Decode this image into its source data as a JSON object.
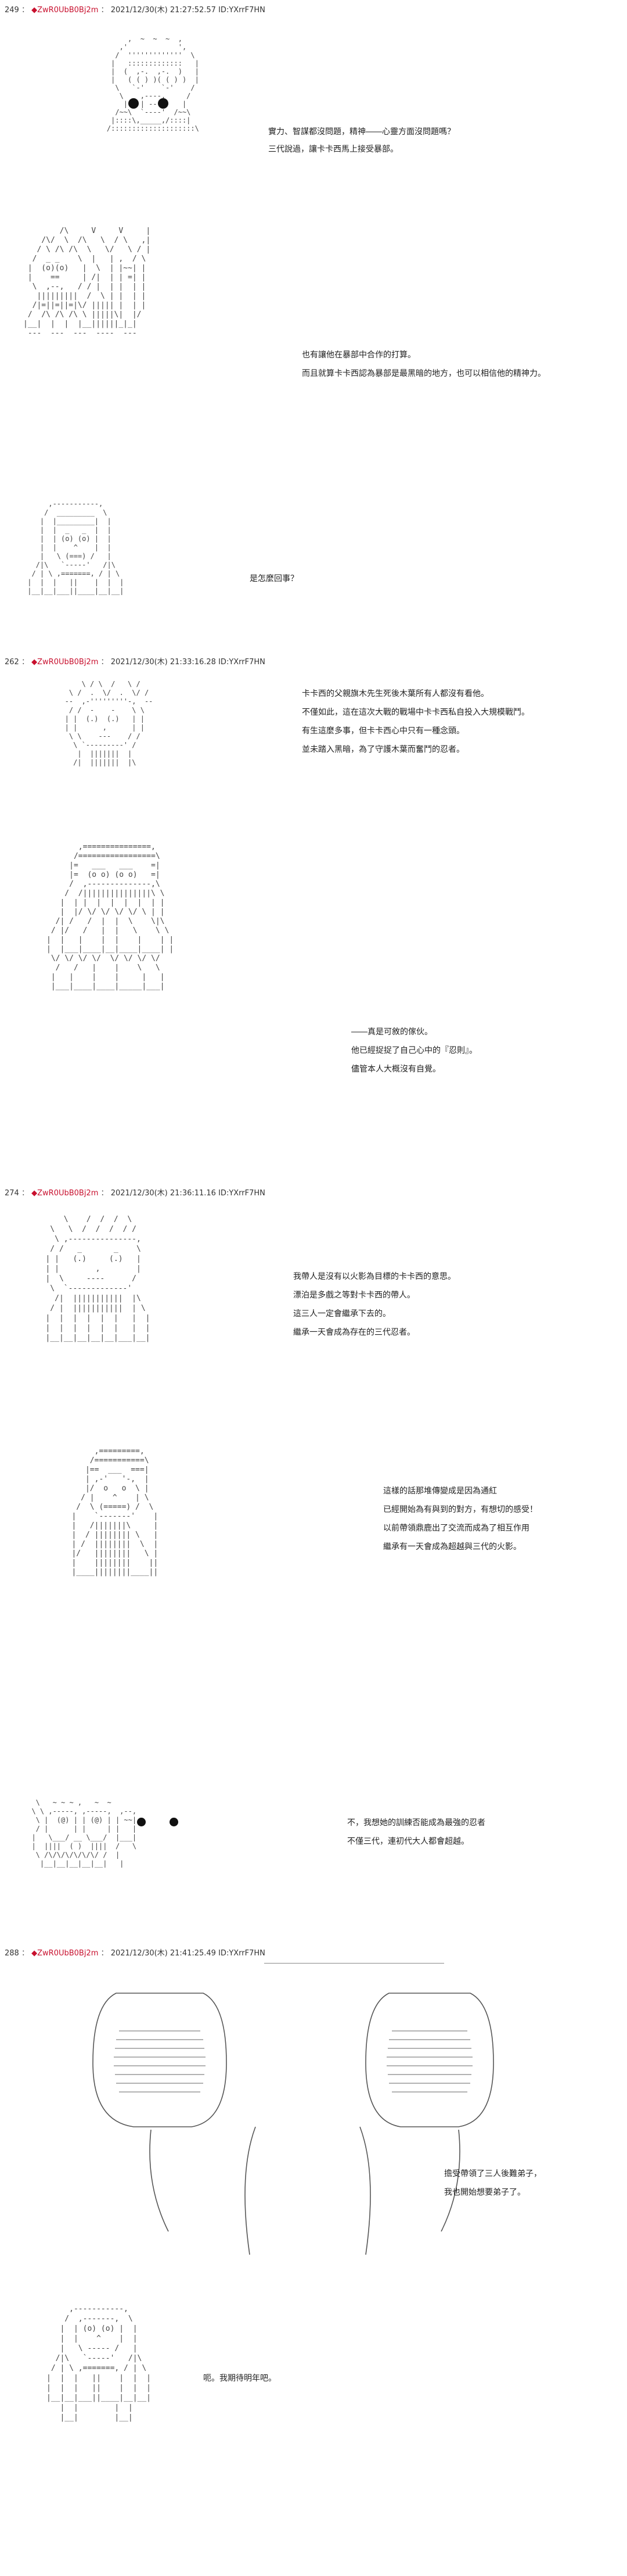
{
  "posts": [
    {
      "header": {
        "number": "249",
        "name": "◆ZwR0UbB0Bj2m",
        "date": "2021/12/30(木) 21:27:52.57",
        "id": "ID:YXrrF7HN"
      },
      "dialogue_1": [
        "實力、智謀都沒問題，精神――心靈方面沒問題嗎？",
        "三代說過，讓卡卡西馬上接受暴部。"
      ],
      "dialogue_2": [
        "也有讓他在暴部中合作的打算。",
        "而且就算卡卡西認為暴部是最黑暗的地方，也可以相信他的精神力。"
      ],
      "dialogue_3": [
        "是怎麼回事？"
      ]
    },
    {
      "header": {
        "number": "262",
        "name": "◆ZwR0UbB0Bj2m",
        "date": "2021/12/30(木) 21:33:16.28",
        "id": "ID:YXrrF7HN"
      },
      "dialogue_1": [
        "卡卡西的父親旗木先生死後木葉所有人都沒有看他。",
        "不僅如此，這在這次大戰的戰場中卡卡西私自投入大規模戰鬥。",
        "有生這麼多事，但卡卡西心中只有一種念頭。",
        "並未踏入黑暗，為了守護木葉而奮鬥的忍者。"
      ],
      "dialogue_2": [
        "――真是可敘的傢伙。",
        "他已經捉捉了自己心中的『忍則』。",
        "儘管本人大概沒有自覺。"
      ]
    },
    {
      "header": {
        "number": "274",
        "name": "◆ZwR0UbB0Bj2m",
        "date": "2021/12/30(木) 21:36:11.16",
        "id": "ID:YXrrF7HN"
      },
      "dialogue_1": [
        "我帶人是沒有以火影為目標的卡卡西的意思。",
        "漂泊是多戲之等對卡卡西的帶人。",
        "這三人一定會繼承下去的。",
        "繼承一天會成為存在的三代忍者。"
      ],
      "dialogue_2": [
        "這樣的話那堆傳變成是因為通紅",
        "已經開始為有與到的對方，有想切的感受！",
        "以前帶領鼎鹿出了交流而成為了相互作用",
        "繼承有一天會成為超越與三代的火影。"
      ],
      "dialogue_3": [
        "不，我想她的訓練否能成為最強的忍者",
        "不僅三代，連初代大人都會超越。"
      ]
    },
    {
      "header": {
        "number": "288",
        "name": "◆ZwR0UbB0Bj2m",
        "date": "2021/12/30(木) 21:41:25.49",
        "id": "ID:YXrrF7HN"
      },
      "dialogue_1": [
        "擔受帶領了三人後難弟子，",
        "我也開始想要弟子了。"
      ],
      "dialogue_2": [
        "呃。我期待明年吧。"
      ]
    }
  ],
  "ascii_art": {
    "p1_a": "         ,  ~  ~  ~  ,\n       ,'            ',\n      /  '''''''''''''  \\\n     |   :::::::::::::   |\n     |  (  ,-.  ,-.  )   |\n     |   ( ( ) )( ( ) )  |\n      \\   `-'    `-'    /\n       \\    ,----,     /\n        |   | -- |    |\n      /~~\\  `----'  /~~\\\n     |::::\\,_____,/::::|\n    /::::::::::::::::::::\\",
    "p1_b": "        /\\     V     V     |\n    /\\/  \\  /\\   \\  / \\   ,|\n   / \\ /\\ /\\  \\   \\/   \\ / |\n  /  _ _    \\  |   | ,  / \\\n |  (o)(o)   |  \\  | |~~| |\n |    ==     | /|  | | =| |\n  \\  ,--,   / / |  | |  | |\n   |||||||||  /  \\ | |  | |\n  /|=||=||=|\\/ ||||| |  | |\n /  /\\ /\\ /\\ \\ |||||\\|  |/\n|__|  |  |  |__||||||_|_|\n ---  ---  ---  ----  ---",
    "p1_c": "      ,-----------,\n     /  _________  \\\n    |  |_________|  |\n    |  |  _   _  |  |\n    |  | (o) (o) |  |\n    |  |    ^    |  |\n    |   \\ (===) /   |\n   /|\\   `-----'   /|\\\n  / | \\ ,=======, / | \\\n |  |  |   ||    |  |  |\n |__|__|___||____|__|__|",
    "p2_a": "       \\ / \\  /   \\ /\n    \\ /  .  \\/  .  \\/ /\n   --  ,-'''''''''-,  --\n    / /  -    -    \\ \\\n   | |  (.)  (.)   | |\n   | |      ,      | |\n    \\ \\    ---    / /\n     \\ `---------' /\n      |  |||||||  |\n     /|  |||||||  |\\",
    "p2_b": "       ,===============,\n      /=================\\\n     |=   ___   ___    =|\n     |=  (o o) (o o)   =|\n     /  ,--------------,\\\n    /  /|||||||||||||||\\ \\\n   |  | |  |  |  |  |  | |\n   |  |/ \\/ \\/ \\/ \\/ \\ | |\n  /| /   /  |  |  \\    \\|\\\n / |/   /   |  |   \\    \\ \\\n|  |   |    |  |    |    | |\n|  |___|____|__|____|____| |\n \\/ \\/ \\/ \\/  \\/ \\/ \\/ \\/\n  /   /   |    |    \\   \\\n |   |    |    |     |   |\n |___|____|____|_____|___|",
    "p3_a": "       \\    /  /  /  \\\n    \\   \\  /  /  /  / /\n     \\ ,---------------,\n    / /   _       _    \\\n   | |   (.)     (.)   |\n   | |        ,        |\n   |  \\     ----      /\n    \\  `-------------'\n     /|  |||||||||||  |\\\n    / |  |||||||||||  | \\\n   |  |  |  |  |  |   |  |\n   |  |  |  |  |  |   |  |\n   |__|__|__|__|__|___|__|",
    "p3_b": "        ,=========,\n       /===========\\\n      |==  ___  ===|\n      | ,-'   '-,  |\n      |/  o   o  \\ |\n     / |    ^    | \\\n    /  \\ (=====) /  \\\n   |    `-------'    |\n   |   /|||||||\\     |\n   |  / |||||||| \\   |\n   | /  ||||||||  \\  |\n   |/   ||||||||   \\ |\n   |    ||||||||    ||\n   |____||||||||____||",
    "p3_c": "   \\   ~ ~ ~ ,   ~  ~\n  \\ \\ ,-----, ,-----,  ,--,\n   \\ |  (@) | | (@) | | ~~|\n   / |      | |     | |   |\n  |   \\___/ __ \\___/  |___|\n  |  ||||  ( )  ||||  /   \\\n   \\ /\\/\\/\\/\\/\\/\\/ /  |\n    |__|__|__|__|__|   |",
    "p4_a": "     ,-----------,\n    /  ,-------,  \\\n   |  | (o) (o) |  |\n   |  |    ^    |  |\n   |   \\ ----- /   |\n  /|\\   `-----'   /|\\\n / | \\ ,=======, / | \\\n|  |  |   ||    |  |  |\n|  |  |   ||    |  |  |\n|__|__|___||____|__|__|\n   |  |        |  |\n   |__|        |__|"
  }
}
